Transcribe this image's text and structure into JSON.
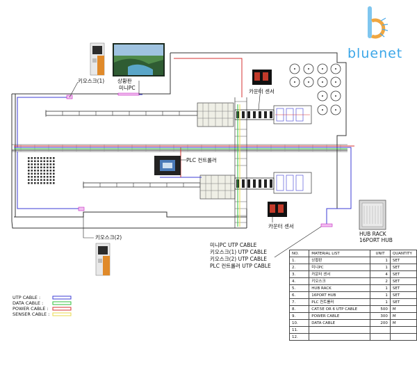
{
  "brand": {
    "logo_text": "bluenet",
    "accent": "#3aa6e8"
  },
  "labels": {
    "kiosk1": "키오스크(1)",
    "signboard": "상황판",
    "minipc": "미니PC",
    "counter_sensor_top": "카운터 센서",
    "plc_controller": "PLC 컨트롤러",
    "counter_sensor_bottom": "카운터 센서",
    "kiosk2": "키오스크(2)",
    "hub_rack_line1": "HUB RACK",
    "hub_rack_line2": "16PORT HUB"
  },
  "cable_notes": [
    "미니PC UTP CABLE",
    "키오스크(1) UTP CABLE",
    "키오스크(2) UTP CABLE",
    "PLC 컨트롤러 UTP CABLE"
  ],
  "legend": [
    {
      "label": "UTP CABLE :",
      "color": "#3b3bd6"
    },
    {
      "label": "DATA CABLE :",
      "color": "#2fbf3a"
    },
    {
      "label": "POWER CABLE :",
      "color": "#d63030"
    },
    {
      "label": "SENSER CABLE :",
      "color": "#e8d84a"
    }
  ],
  "material_table": {
    "headers": [
      "NO.",
      "MATERIAL LIST",
      "UNIT",
      "QUANTITY"
    ],
    "rows": [
      [
        "1.",
        "상황판",
        "1",
        "SET"
      ],
      [
        "2.",
        "미니PC",
        "1",
        "SET"
      ],
      [
        "3.",
        "카운터 센서",
        "4",
        "SET"
      ],
      [
        "4.",
        "키오스크",
        "2",
        "SET"
      ],
      [
        "5.",
        "HUB RACK",
        "1",
        "SET"
      ],
      [
        "6.",
        "16PORT HUB",
        "1",
        "SET"
      ],
      [
        "7.",
        "PLC 컨트롤러",
        "1",
        "SET"
      ],
      [
        "8.",
        "CAT.5E OR 6 UTP CABLE",
        "500",
        "M"
      ],
      [
        "9.",
        "POWER CABLE",
        "300",
        "M"
      ],
      [
        "10.",
        "DATA CABLE",
        "200",
        "M"
      ],
      [
        "11.",
        "",
        "",
        ""
      ],
      [
        "12.",
        "",
        "",
        ""
      ]
    ]
  }
}
